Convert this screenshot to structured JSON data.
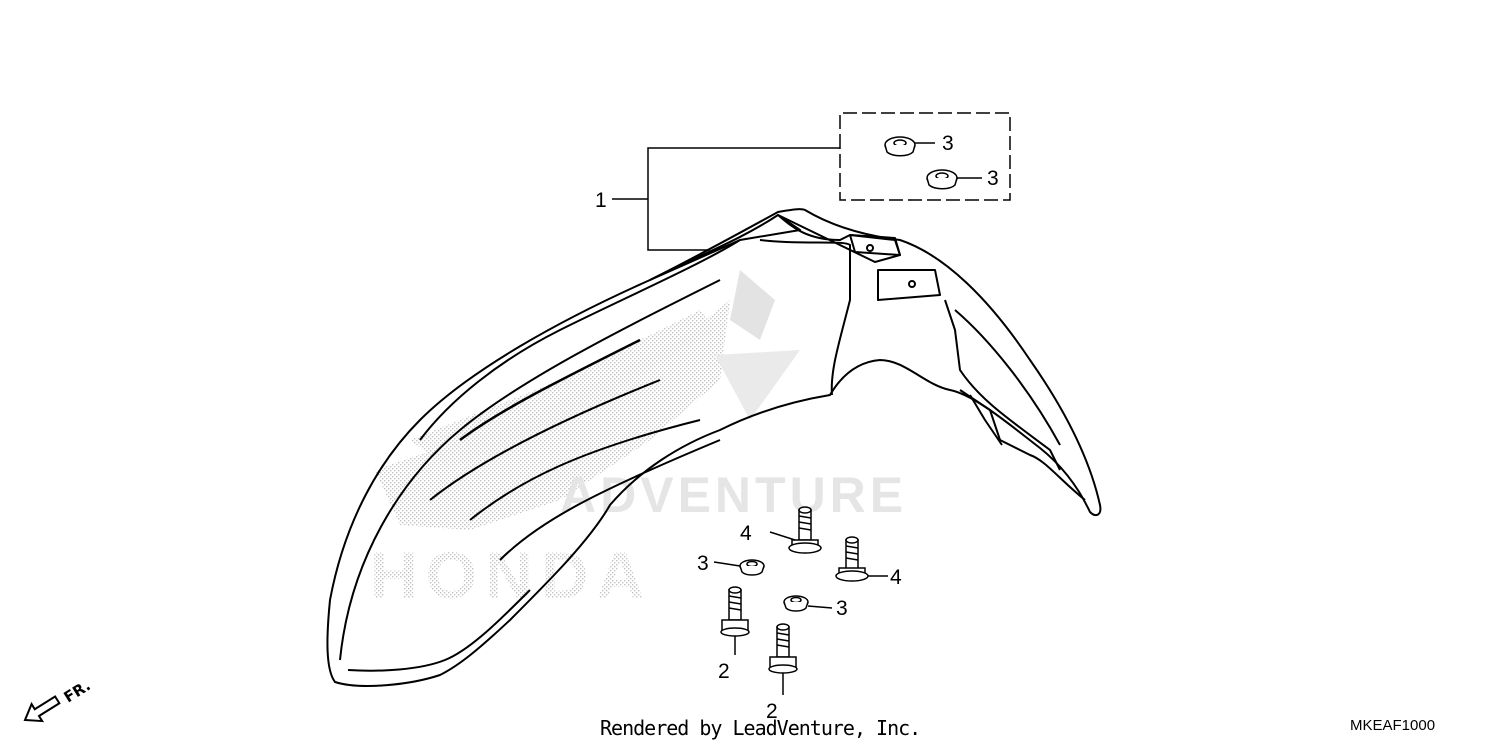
{
  "diagram": {
    "callouts": {
      "fender": "1",
      "bolt_a": "2",
      "bolt_b": "2",
      "washer_top_a": "3",
      "washer_top_b": "3",
      "washer_left": "3",
      "washer_right": "3",
      "bolt_collar_a": "4",
      "bolt_collar_b": "4"
    },
    "direction_label": "FR.",
    "watermark": {
      "brand": "HONDA",
      "text": "ADVENTURE"
    },
    "credit": "Rendered by LeadVenture, Inc.",
    "diagram_code": "MKEAF1000"
  },
  "icons": {
    "direction_arrow": "front-direction-arrow-icon",
    "watermark_logo": "honda-wing-logo"
  }
}
